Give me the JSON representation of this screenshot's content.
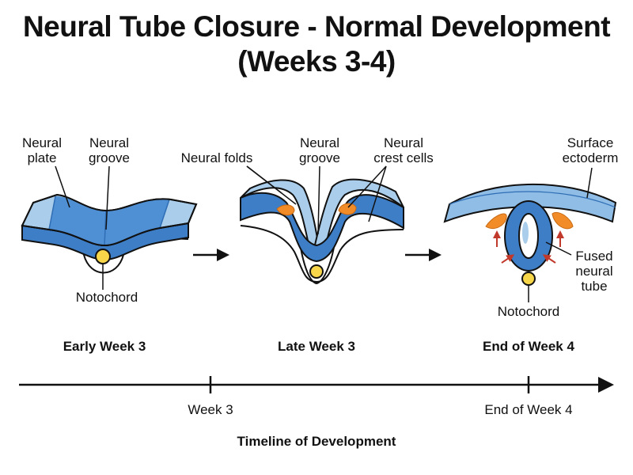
{
  "title": {
    "line1": "Neural Tube Closure - Normal Development",
    "line2": "(Weeks 3-4)"
  },
  "stages": [
    {
      "name": "Early Week 3",
      "labels": {
        "neural_plate": [
          "Neural",
          "plate"
        ],
        "neural_groove": [
          "Neural",
          "groove"
        ],
        "notochord": "Notochord"
      }
    },
    {
      "name": "Late Week 3",
      "labels": {
        "neural_folds": "Neural folds",
        "neural_groove": [
          "Neural",
          "groove"
        ],
        "neural_crest_cells": [
          "Neural",
          "crest cells"
        ]
      }
    },
    {
      "name": "End of Week 4",
      "labels": {
        "surface_ectoderm": [
          "Surface",
          "ectoderm"
        ],
        "fused_neural_tube": [
          "Fused",
          "neural",
          "tube"
        ],
        "notochord": "Notochord"
      }
    }
  ],
  "timeline": {
    "title": "Timeline of Development",
    "ticks": [
      "Week 3",
      "End of Week 4"
    ]
  },
  "colors": {
    "tissue_light": "#a9cdea",
    "tissue_mid": "#5b9bd5",
    "tissue_dark": "#2f6db5",
    "neural_crest": "#f28c28",
    "notochord": "#f7d64a",
    "outline": "#111111",
    "closure_arrows": "#c0392b"
  }
}
